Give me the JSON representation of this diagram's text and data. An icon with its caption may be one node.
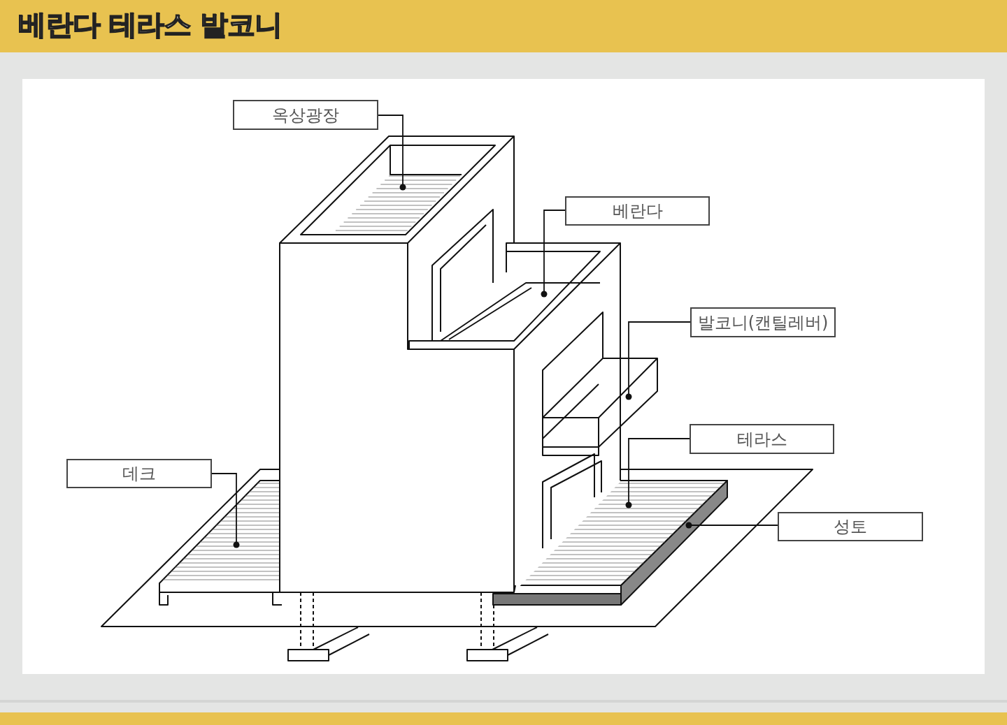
{
  "diagram": {
    "title": "베란다 테라스 발코니",
    "nodes": [
      {
        "text": [
          "옥상광장"
        ]
      },
      {
        "text": [
          "베란다"
        ]
      },
      {
        "text": [
          "발코니(캔틸레버)"
        ]
      },
      {
        "text": [
          "테라스"
        ]
      },
      {
        "text": [
          "데크"
        ]
      },
      {
        "text": [
          "성토"
        ]
      }
    ],
    "edges": [
      {
        "from": 0,
        "to": null,
        "arrow": "other"
      },
      {
        "from": 1,
        "to": null,
        "arrow": "other"
      },
      {
        "from": 2,
        "to": null,
        "arrow": "other"
      },
      {
        "from": 3,
        "to": null,
        "arrow": "other"
      },
      {
        "from": 4,
        "to": null,
        "arrow": "other"
      },
      {
        "from": 5,
        "to": null,
        "arrow": "other"
      }
    ]
  }
}
